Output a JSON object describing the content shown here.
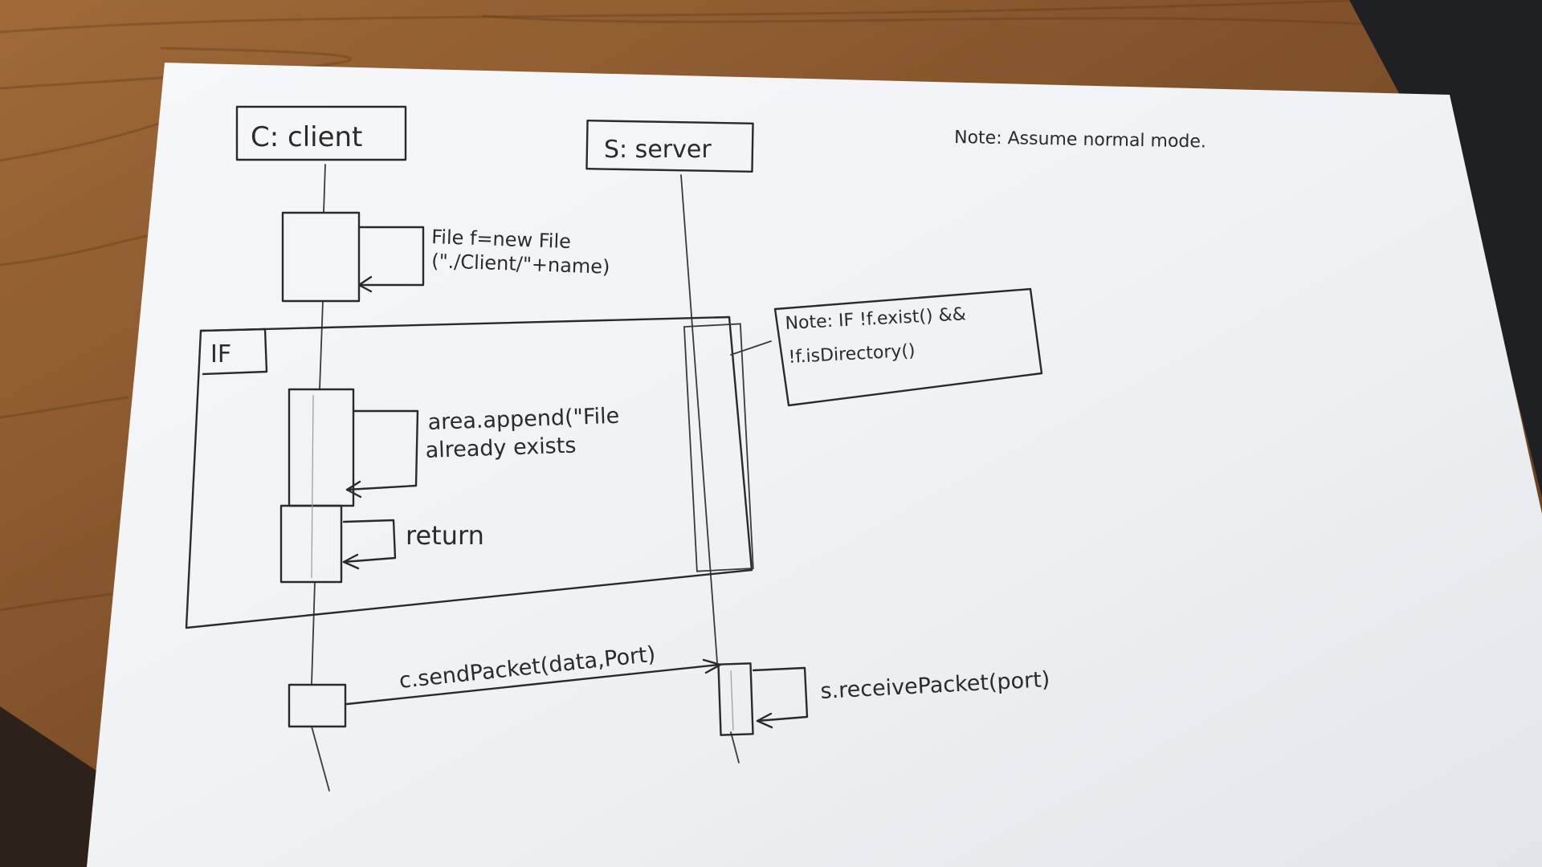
{
  "participants": {
    "client": "C: client",
    "server": "S: server"
  },
  "notes": {
    "top_note": "Note: Assume normal mode.",
    "condition_line1": "Note: IF !f.exist() &&",
    "condition_line2": "!f.isDirectory()"
  },
  "fragment": {
    "label": "IF"
  },
  "messages": {
    "create_file_line1": "File f=new File",
    "create_file_line2": "(\"./Client/\"+name)",
    "append_line1": "area.append(\"File",
    "append_line2": "already exists",
    "return": "return",
    "send_packet": "c.sendPacket(data,Port)",
    "receive_packet": "s.receivePacket(port)"
  },
  "colors": {
    "paper": "#f3f4f6",
    "ink": "#2a2a2a",
    "desk": "#8a5a2f"
  }
}
